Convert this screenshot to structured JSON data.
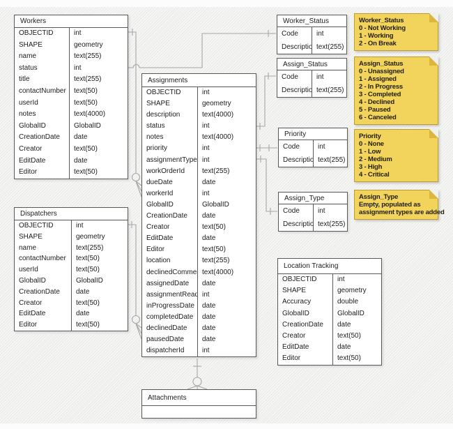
{
  "colors": {
    "background": "#f0f0ee",
    "table_fill": "#ffffff",
    "table_border": "#585858",
    "connector": "#a6a6a6",
    "note_fill": "#f2d45c",
    "note_border": "#bd9c33",
    "note_fold": "#dcb63d",
    "text": "#1c1c1c"
  },
  "entities": {
    "workers": {
      "title": "Workers",
      "fields": [
        [
          "OBJECTID",
          "int"
        ],
        [
          "SHAPE",
          "geometry"
        ],
        [
          "name",
          "text(255)"
        ],
        [
          "status",
          "int"
        ],
        [
          "title",
          "text(255)"
        ],
        [
          "contactNumber",
          "text(50)"
        ],
        [
          "userId",
          "text(50)"
        ],
        [
          "notes",
          "text(4000)"
        ],
        [
          "GlobalID",
          "GlobalID"
        ],
        [
          "CreationDate",
          "date"
        ],
        [
          "Creator",
          "text(50)"
        ],
        [
          "EditDate",
          "date"
        ],
        [
          "Editor",
          "text(50)"
        ]
      ]
    },
    "dispatchers": {
      "title": "Dispatchers",
      "fields": [
        [
          "OBJECTID",
          "int"
        ],
        [
          "SHAPE",
          "geometry"
        ],
        [
          "name",
          "text(255)"
        ],
        [
          "contactNumber",
          "text(50)"
        ],
        [
          "userId",
          "text(50)"
        ],
        [
          "GlobalID",
          "GlobalID"
        ],
        [
          "CreationDate",
          "date"
        ],
        [
          "Creator",
          "text(50)"
        ],
        [
          "EditDate",
          "date"
        ],
        [
          "Editor",
          "text(50)"
        ]
      ]
    },
    "assignments": {
      "title": "Assignments",
      "fields": [
        [
          "OBJECTID",
          "int"
        ],
        [
          "SHAPE",
          "geometry"
        ],
        [
          "description",
          "text(4000)"
        ],
        [
          "status",
          "int"
        ],
        [
          "notes",
          "text(4000)"
        ],
        [
          "priority",
          "int"
        ],
        [
          "assignmentType",
          "int"
        ],
        [
          "workOrderId",
          "text(255)"
        ],
        [
          "dueDate",
          "date"
        ],
        [
          "workerId",
          "int"
        ],
        [
          "GlobalID",
          "GlobalID"
        ],
        [
          "CreationDate",
          "date"
        ],
        [
          "Creator",
          "text(50)"
        ],
        [
          "EditDate",
          "date"
        ],
        [
          "Editor",
          "text(50)"
        ],
        [
          "location",
          "text(255)"
        ],
        [
          "declinedComment",
          "text(4000)"
        ],
        [
          "assignedDate",
          "date"
        ],
        [
          "assignmentRead",
          "int"
        ],
        [
          "inProgressDate",
          "date"
        ],
        [
          "completedDate",
          "date"
        ],
        [
          "declinedDate",
          "date"
        ],
        [
          "pausedDate",
          "date"
        ],
        [
          "dispatcherId",
          "int"
        ]
      ]
    },
    "worker_status": {
      "title": "Worker_Status",
      "fields": [
        [
          "Code",
          "int"
        ],
        [
          "Description",
          "text(255)"
        ]
      ]
    },
    "assign_status": {
      "title": "Assign_Status",
      "fields": [
        [
          "Code",
          "int"
        ],
        [
          "Description",
          "text(255)"
        ]
      ]
    },
    "priority": {
      "title": "Priority",
      "fields": [
        [
          "Code",
          "int"
        ],
        [
          "Description",
          "text(255)"
        ]
      ]
    },
    "assign_type": {
      "title": "Assign_Type",
      "fields": [
        [
          "Code",
          "int"
        ],
        [
          "Description",
          "text(255)"
        ]
      ]
    },
    "location_tracking": {
      "title": "Location Tracking",
      "fields": [
        [
          "OBJECTID",
          "int"
        ],
        [
          "SHAPE",
          "geometry"
        ],
        [
          "Accuracy",
          "double"
        ],
        [
          "GlobalID",
          "GlobalID"
        ],
        [
          "CreationDate",
          "date"
        ],
        [
          "Creator",
          "text(50)"
        ],
        [
          "EditDate",
          "date"
        ],
        [
          "Editor",
          "text(50)"
        ]
      ]
    },
    "attachments": {
      "title": "Attachments",
      "fields": []
    }
  },
  "notes": {
    "worker_status": {
      "title": "Worker_Status",
      "lines": [
        "0 - Not Working",
        "1 - Working",
        "2 - On Break"
      ]
    },
    "assign_status": {
      "title": "Assign_Status",
      "lines": [
        "0 - Unassigned",
        "1 - Assigned",
        "2 - In Progress",
        "3 - Completed",
        "4 - Declined",
        "5 - Paused",
        "6 - Canceled"
      ]
    },
    "priority": {
      "title": "Priority",
      "lines": [
        "0 - None",
        "1 - Low",
        "2 - Medium",
        "3 - High",
        "4 - Critical"
      ]
    },
    "assign_type": {
      "title": "Assign_Type",
      "lines": [
        "Empty, populated as",
        "assignment types are added"
      ]
    }
  }
}
